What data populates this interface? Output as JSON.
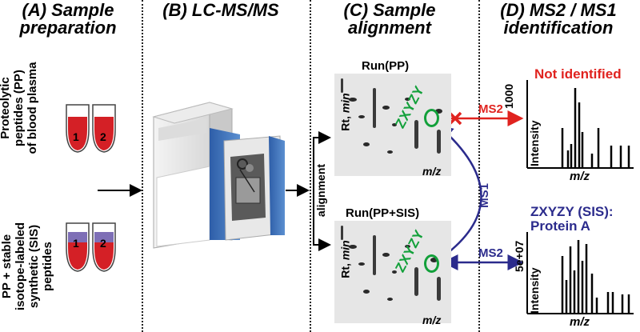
{
  "panels": {
    "a": {
      "title_line1": "(A) Sample",
      "title_line2": "preparation"
    },
    "b": {
      "title": "(B) LC-MS/MS"
    },
    "c": {
      "title_line1": "(C) Sample",
      "title_line2": "alignment"
    },
    "d": {
      "title_line1": "(D) MS2 / MS1",
      "title_line2": "identification"
    }
  },
  "sample_prep": {
    "pp_label": [
      "Proteolytic",
      "peptides (PP)",
      "of blood plasma"
    ],
    "sis_label": [
      "PP + stable",
      "isotope-labeled",
      "synthetic (SIS)",
      "peptides"
    ],
    "tube1": "1",
    "tube2": "2",
    "colors": {
      "plasma": "#d42026",
      "sis": "#7e6fb6"
    }
  },
  "alignment": {
    "label": "alignment",
    "run_pp": "Run(PP)",
    "run_pp_sis": "Run(PP+SIS)",
    "rt_label_prefix": "Rt, ",
    "rt_label_unit": "min",
    "mz_label": "m/z",
    "peptide": "ZXYZY"
  },
  "arrows": {
    "ms2_top": "MS2",
    "ms1": "MS1",
    "ms2_bottom": "MS2",
    "colors": {
      "red": "#e0231f",
      "blue": "#2b2b8c",
      "green": "#12a03a"
    }
  },
  "identification": {
    "not_identified": "Not identified",
    "sis_result_line1": "ZXYZY (SIS):",
    "sis_result_line2": "Protein A",
    "top_scale": "1000",
    "bottom_scale": "5e+07",
    "intensity": "Intensity",
    "mz": "m/z"
  }
}
